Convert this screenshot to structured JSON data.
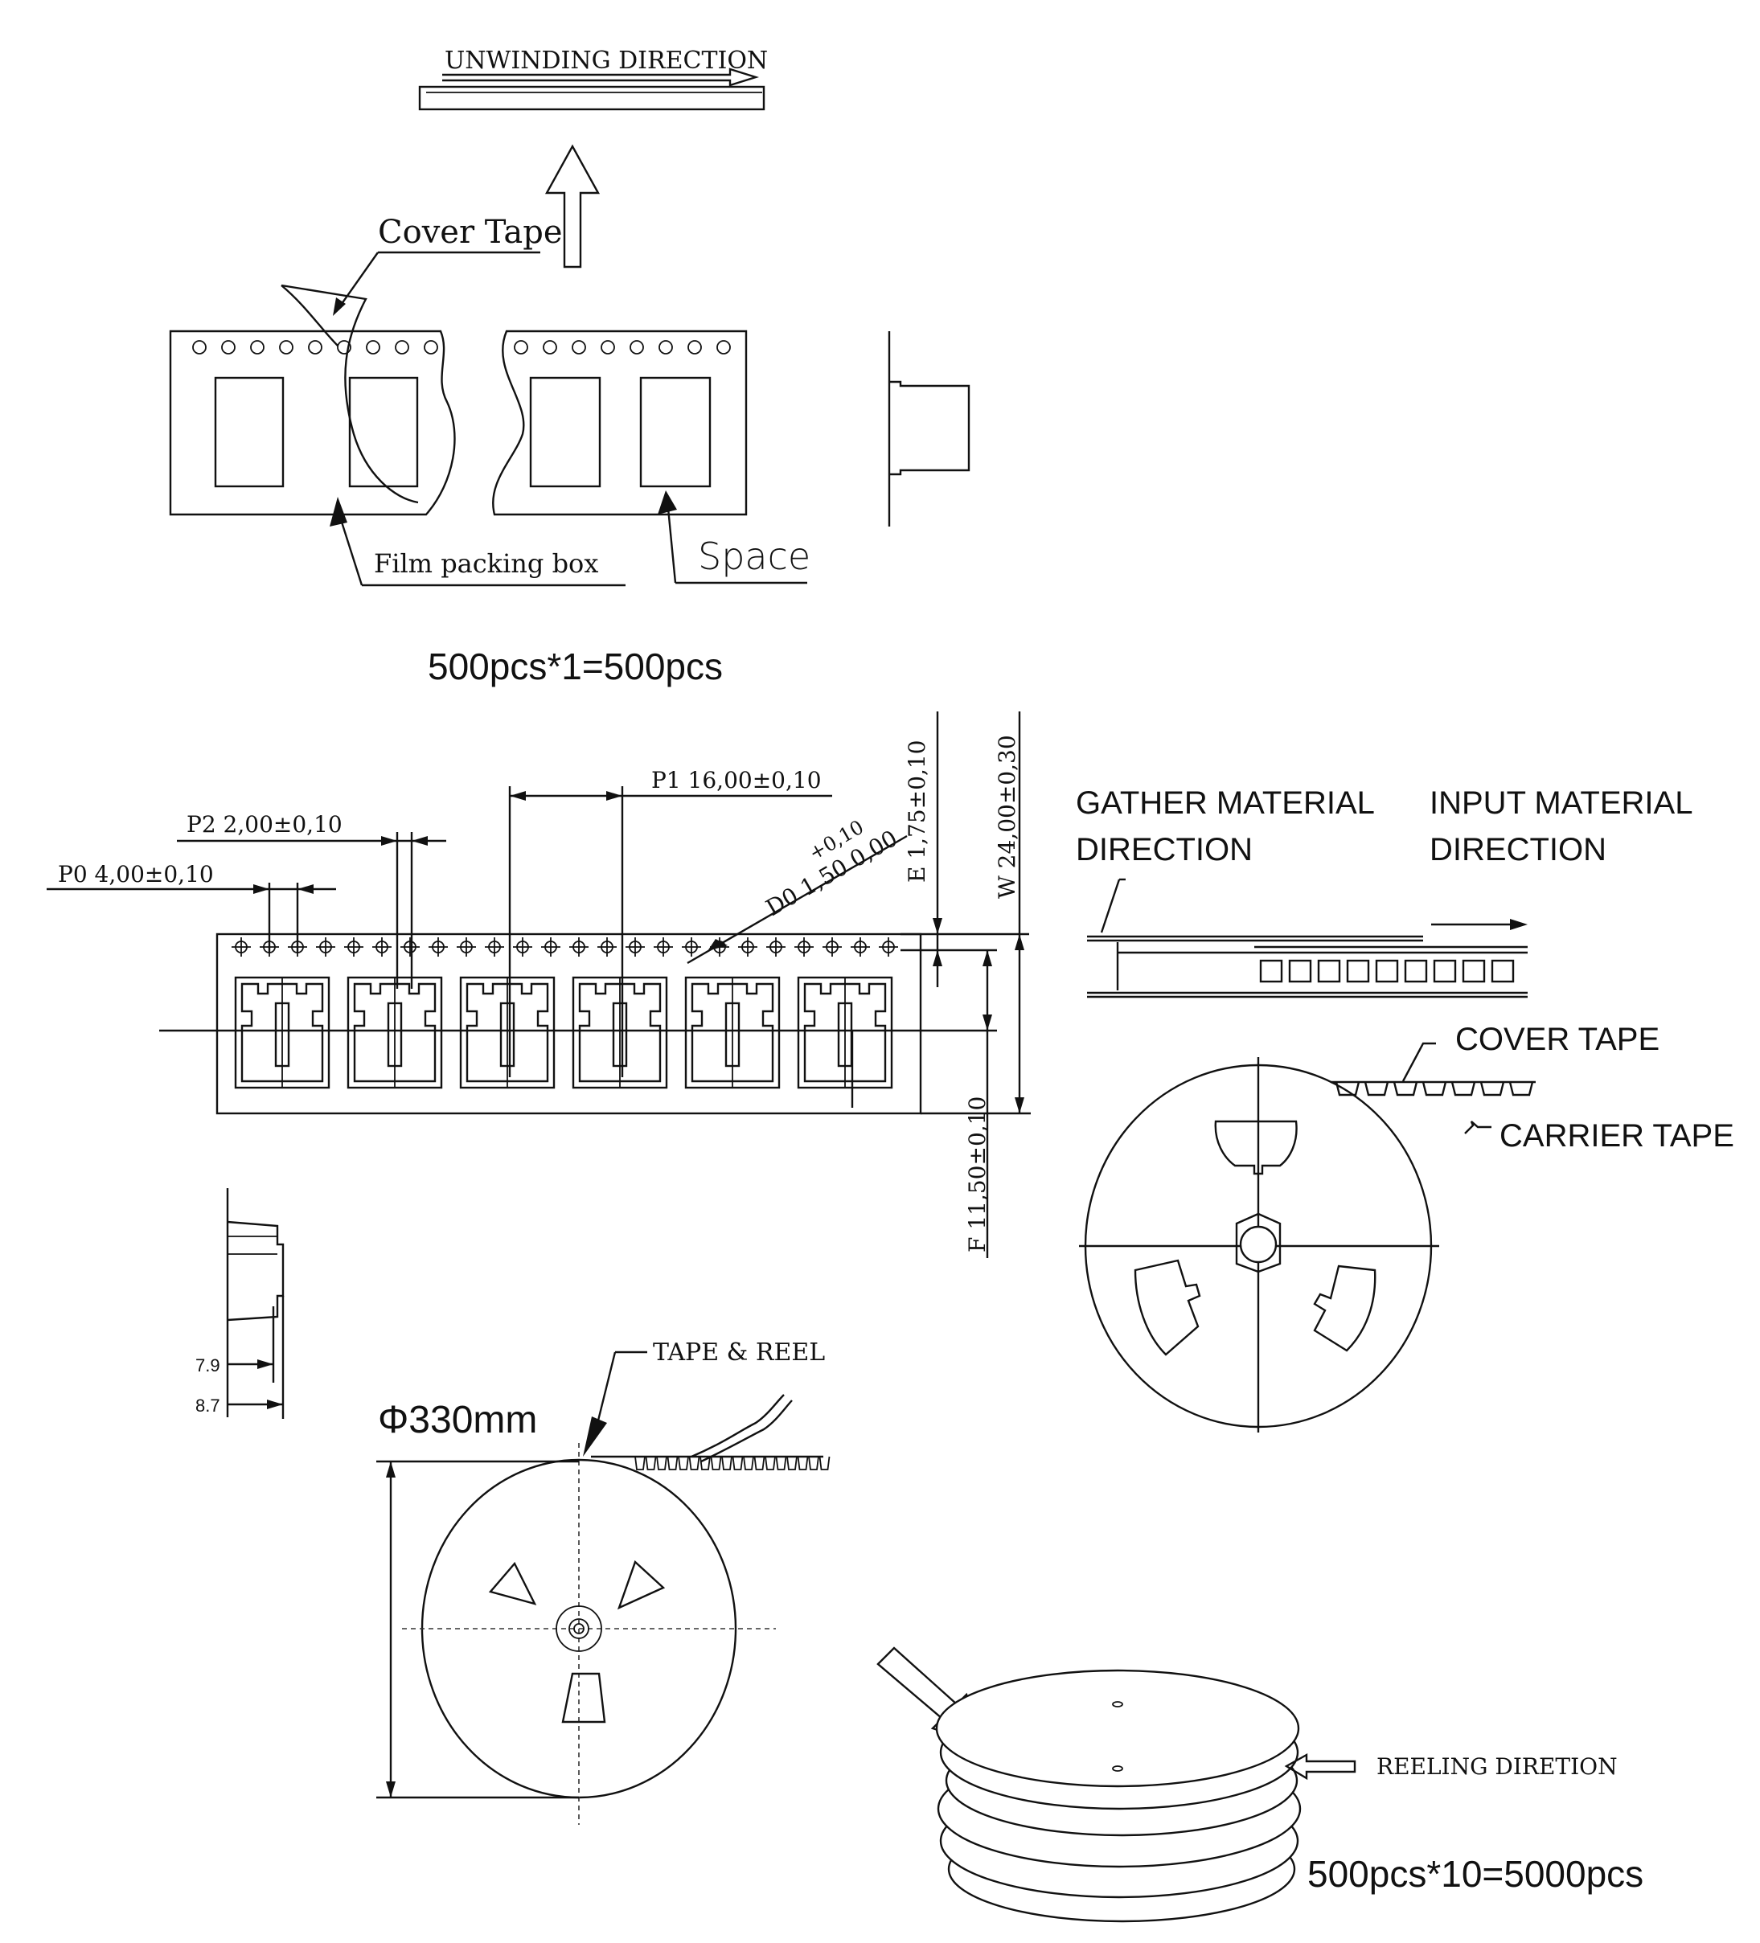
{
  "labels": {
    "unwinding_direction": "UNWINDING DIRECTION",
    "cover_tape": "Cover Tape",
    "film_packing_box": "Film packing box",
    "space": "Space",
    "qty_small": "500pcs*1=500pcs",
    "p1": "P1 16,00±0,10",
    "p2": "P2 2,00±0,10",
    "p0": "P0 4,00±0,10",
    "d0_tol": "+0,10",
    "d0": "D0 1,50 0,00",
    "e": "E 1,75±0,10",
    "w": "W 24,00±0,30",
    "f": "F 11,50±0,10",
    "gather_line1": "GATHER MATERIAL",
    "gather_line2": "DIRECTION",
    "input_line1": "INPUT MATERIAL",
    "input_line2": "DIRECTION",
    "cover_tape_caps": "COVER TAPE",
    "carrier_tape": "CARRIER TAPE",
    "dim_79": "7.9",
    "dim_87": "8.7",
    "tape_reel": "TAPE & REEL",
    "phi330": "Φ330mm",
    "reeling_direction": "REELING DIRETION",
    "qty_large": "500pcs*10=5000pcs"
  }
}
